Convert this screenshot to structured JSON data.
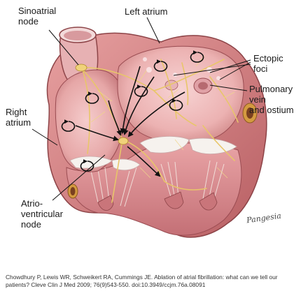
{
  "labels": {
    "sa_node": [
      "Sinoatrial",
      "node"
    ],
    "left_atrium": "Left atrium",
    "ectopic_foci": [
      "Ectopic",
      "foci"
    ],
    "pulmonary_vein": [
      "Pulmonary",
      "vein",
      "and ostium"
    ],
    "right_atrium": [
      "Right",
      "atrium"
    ],
    "av_node": [
      "Atrio-",
      "ventricular",
      "node"
    ]
  },
  "signature": "Pangesia",
  "caption": [
    "Chowdhury P, Lewis WR, Schweikert RA, Cummings JE. Ablation of atrial fibrillation: what can we tell our",
    "patients? Cleve Clin J Med 2009; 76(9)543-550. doi:10.3949/ccjm.76a.08091"
  ],
  "colors": {
    "myocardium": "#d98a8a",
    "myocardium_dark": "#b35a5e",
    "chamber_interior": "#f2c4c4",
    "valve": "#f5f1ec",
    "conduction": "#e8c66a",
    "vessel": "#d1a3a6",
    "arrow": "#111111"
  }
}
